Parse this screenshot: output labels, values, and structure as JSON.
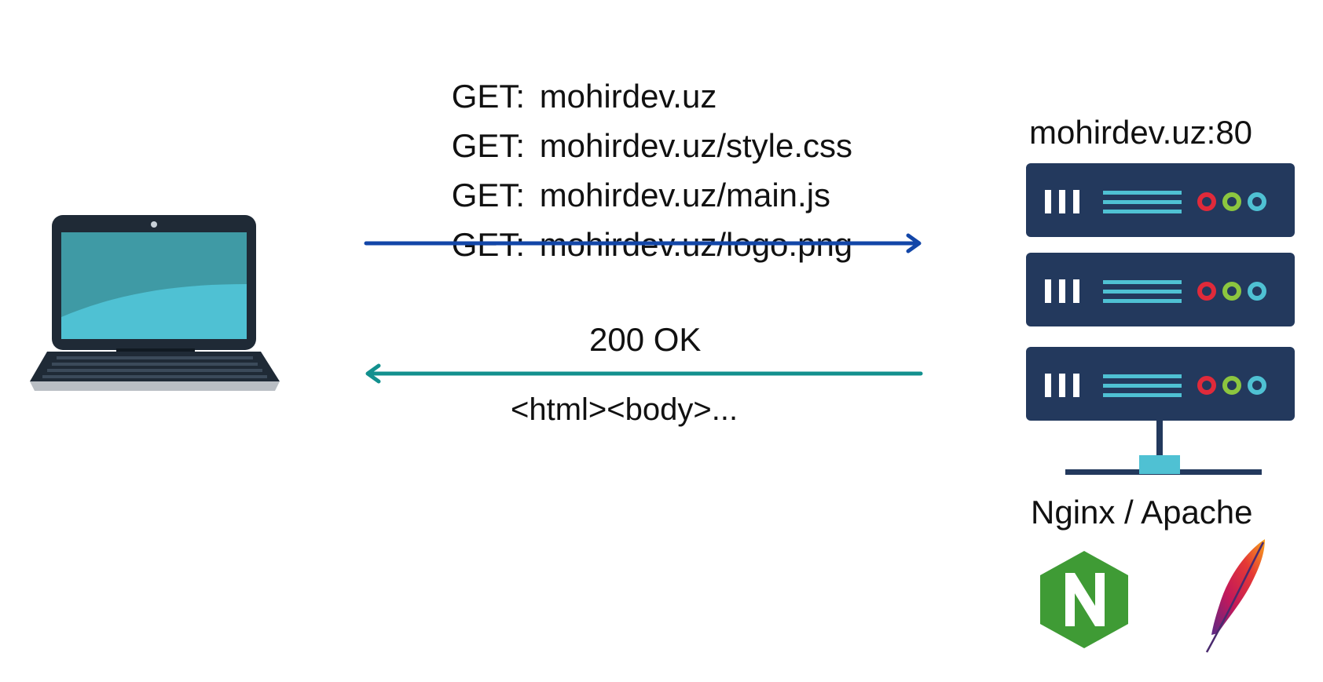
{
  "requests": [
    {
      "method": "GET:",
      "url": "mohirdev.uz"
    },
    {
      "method": "GET:",
      "url": "mohirdev.uz/style.css"
    },
    {
      "method": "GET:",
      "url": "mohirdev.uz/main.js"
    },
    {
      "method": "GET:",
      "url": "mohirdev.uz/logo.png"
    }
  ],
  "server": {
    "host": "mohirdev.uz:80",
    "software": "Nginx / Apache"
  },
  "response": {
    "status": "200 OK",
    "body": "<html><body>..."
  },
  "icons": {
    "client": "laptop-icon",
    "server": "server-rack-icon",
    "nginx": "nginx-logo",
    "apache": "apache-feather-logo"
  },
  "colors": {
    "request_arrow": "#1246a8",
    "response_arrow": "#12908e",
    "rack": "#23395d",
    "accent": "#4fc1d3",
    "nginx": "#3f9b35"
  }
}
